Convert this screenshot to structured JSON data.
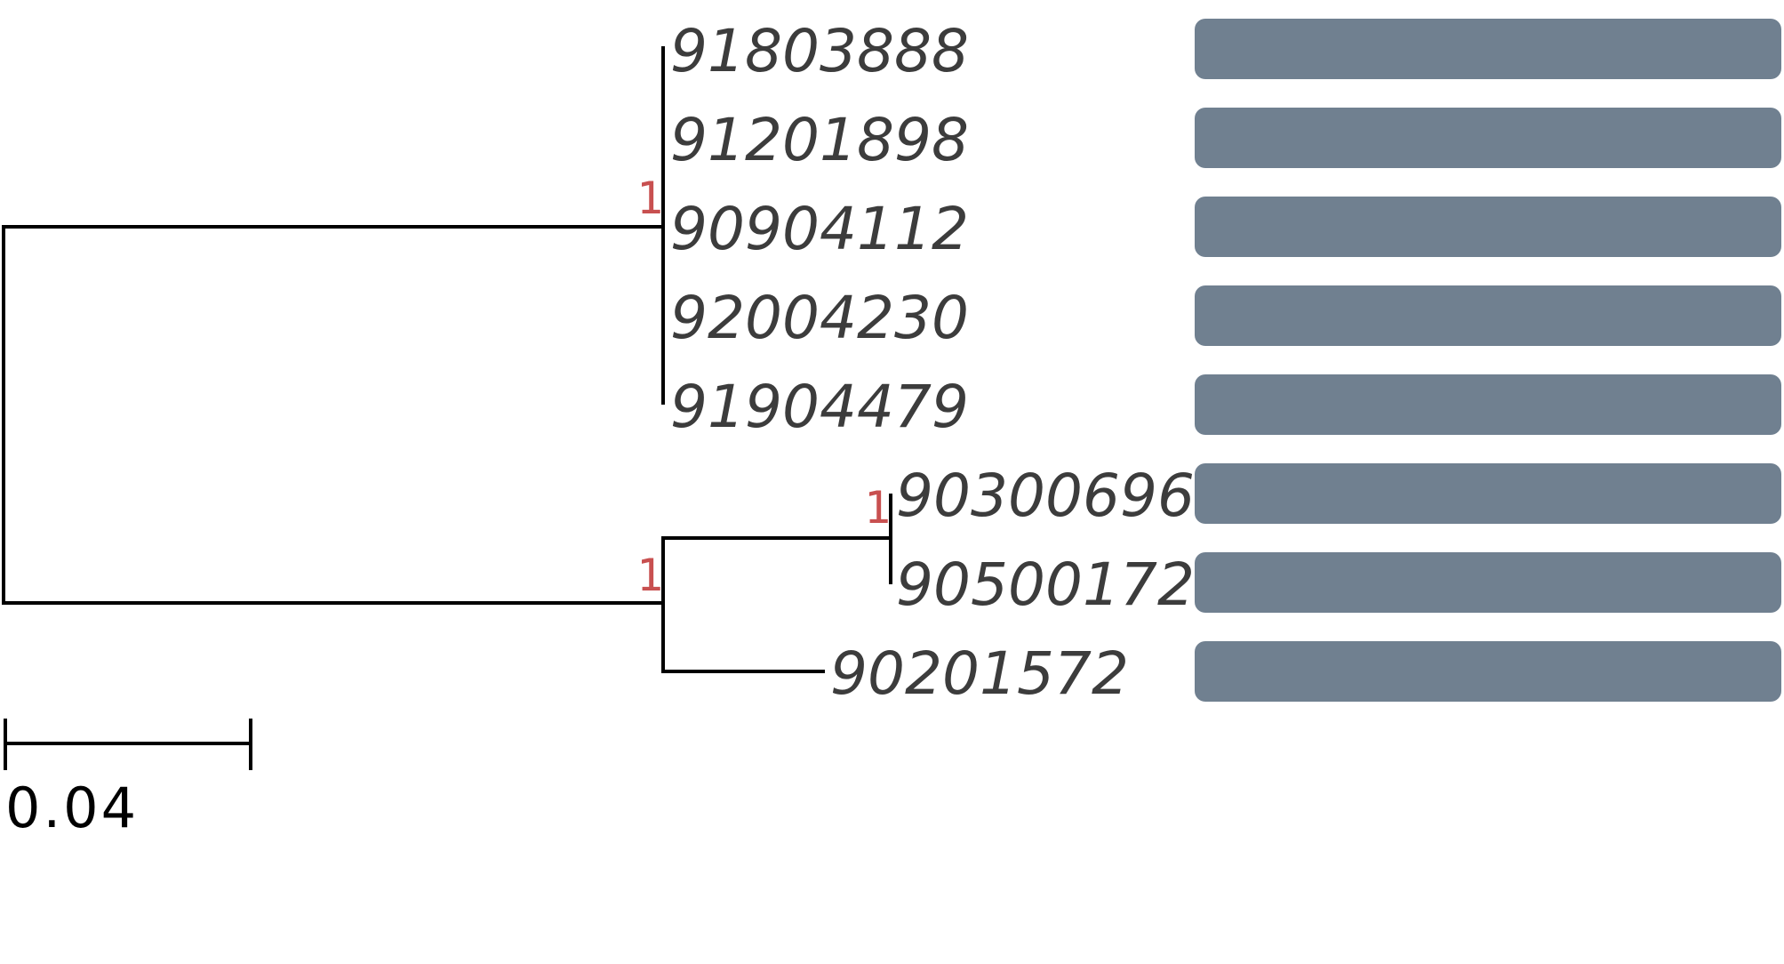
{
  "tree": {
    "leaves": [
      {
        "id": "91803888",
        "bar_fill": 1.0
      },
      {
        "id": "91201898",
        "bar_fill": 1.0
      },
      {
        "id": "90904112",
        "bar_fill": 1.0
      },
      {
        "id": "92004230",
        "bar_fill": 1.0
      },
      {
        "id": "91904479",
        "bar_fill": 1.0
      },
      {
        "id": "90300696",
        "bar_fill": 1.0
      },
      {
        "id": "90500172",
        "bar_fill": 1.0
      },
      {
        "id": "90201572",
        "bar_fill": 1.0
      }
    ],
    "support_values": [
      "1",
      "1",
      "1"
    ],
    "scale_bar": {
      "value": 0.04,
      "label": "0.04"
    }
  },
  "colors": {
    "branch": "#000000",
    "leaf_text": "#3c3c3c",
    "support_text": "#c85050",
    "bar": "#708090",
    "background": "#ffffff"
  }
}
